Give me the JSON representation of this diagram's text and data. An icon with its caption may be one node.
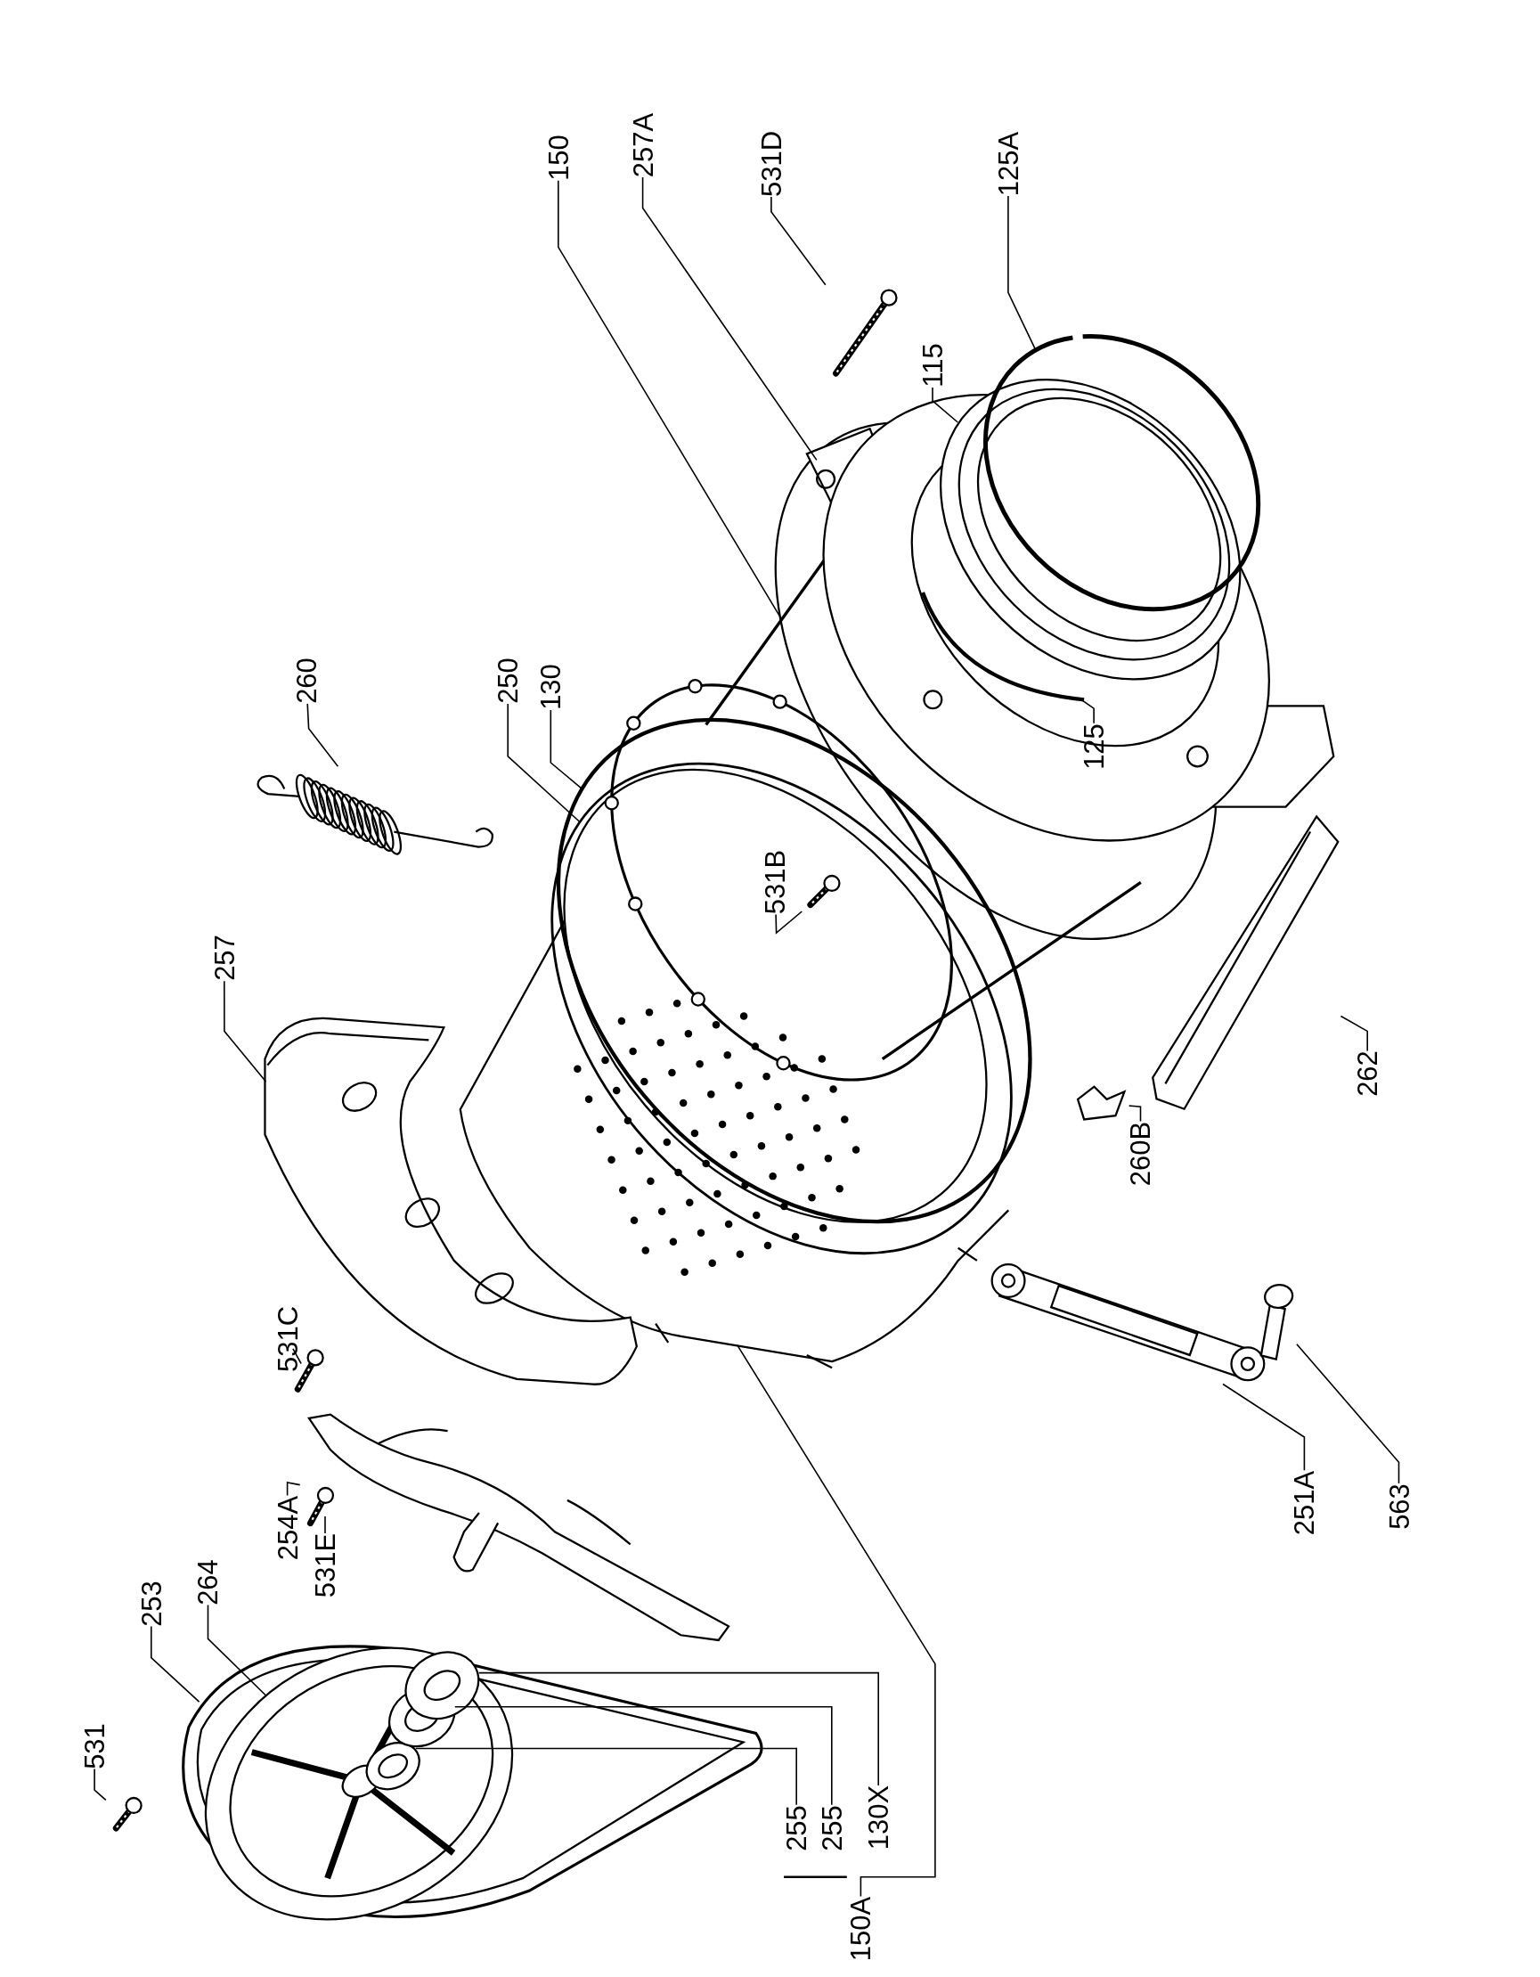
{
  "diagram": {
    "nodes": [
      {
        "text": [],
        "shape": "picture"
      },
      {
        "text": [
          "150"
        ]
      },
      {
        "text": [
          "257A"
        ]
      },
      {
        "text": [
          "531D"
        ]
      },
      {
        "text": [
          "125A"
        ]
      },
      {
        "text": [
          "115"
        ],
        "in": 0
      },
      {
        "text": [
          "260"
        ],
        "in": 0
      },
      {
        "text": [
          "250"
        ],
        "in": 0
      },
      {
        "text": [
          "130"
        ],
        "in": 0
      },
      {
        "text": [
          "125"
        ],
        "in": 0
      },
      {
        "text": [
          "531B"
        ],
        "in": 0
      },
      {
        "text": [
          "257"
        ]
      },
      {
        "text": [
          "262"
        ]
      },
      {
        "text": [
          "260B"
        ],
        "in": 0
      },
      {
        "text": [
          "531C"
        ],
        "in": 0
      },
      {
        "text": [
          "251A"
        ]
      },
      {
        "text": [
          "563"
        ]
      },
      {
        "text": [
          "254A"
        ]
      },
      {
        "text": [
          "531E"
        ]
      },
      {
        "text": [
          "531"
        ]
      },
      {
        "text": [
          "253"
        ]
      },
      {
        "text": [
          "264"
        ]
      },
      {
        "text": [
          "255"
        ]
      },
      {
        "text": [
          "255"
        ]
      },
      {
        "text": [
          "130X"
        ]
      },
      {
        "text": [
          "150A"
        ]
      },
      {
        "text": [],
        "shape": "picture"
      },
      {
        "text": [],
        "shape": "picture",
        "in": 0
      },
      {
        "text": [],
        "shape": "picture",
        "in": 0
      },
      {
        "text": [],
        "shape": "picture",
        "in": 0
      },
      {
        "text": [],
        "shape": "picture",
        "in": 0
      },
      {
        "text": [],
        "shape": "picture",
        "in": 0
      },
      {
        "text": [],
        "shape": "picture",
        "in": 0
      },
      {
        "text": [],
        "shape": "picture",
        "in": 0
      },
      {
        "text": [],
        "shape": "picture"
      },
      {
        "text": [],
        "shape": "picture"
      },
      {
        "text": [],
        "shape": "picture"
      },
      {
        "text": [],
        "shape": "picture"
      }
    ],
    "edges": [
      {
        "from": 1,
        "to": 0,
        "arrow": "none"
      },
      {
        "from": 2,
        "to": 0,
        "arrow": "none"
      },
      {
        "from": 3,
        "to": 26,
        "arrow": "none"
      },
      {
        "from": 4,
        "to": 0,
        "arrow": "none"
      },
      {
        "from": 5,
        "to": 0,
        "arrow": "none"
      },
      {
        "from": 6,
        "to": 27,
        "arrow": "none"
      },
      {
        "from": 7,
        "to": 0,
        "arrow": "none"
      },
      {
        "from": 8,
        "to": 0,
        "arrow": "none"
      },
      {
        "from": 9,
        "to": 0,
        "arrow": "none"
      },
      {
        "from": 10,
        "to": 28,
        "arrow": "none"
      },
      {
        "from": 11,
        "to": 0,
        "arrow": "none"
      },
      {
        "from": 12,
        "to": 29,
        "arrow": "none"
      },
      {
        "from": 13,
        "to": 30,
        "arrow": "none"
      },
      {
        "from": 14,
        "to": 31,
        "arrow": "none"
      },
      {
        "from": 15,
        "to": 32,
        "arrow": "none"
      },
      {
        "from": 16,
        "to": 33,
        "arrow": "none"
      },
      {
        "from": 17,
        "to": 34,
        "arrow": "none"
      },
      {
        "from": 18,
        "to": 35,
        "arrow": "none"
      },
      {
        "from": 19,
        "to": 36,
        "arrow": "none"
      },
      {
        "from": 20,
        "to": 37,
        "arrow": "none"
      },
      {
        "from": 21,
        "to": 37,
        "arrow": "none"
      },
      {
        "from": 22,
        "to": 37,
        "arrow": "none"
      },
      {
        "from": 23,
        "to": 37,
        "arrow": "none"
      },
      {
        "from": 24,
        "to": 37,
        "arrow": "none"
      },
      {
        "from": 25,
        "to": 0,
        "arrow": "none"
      }
    ]
  }
}
